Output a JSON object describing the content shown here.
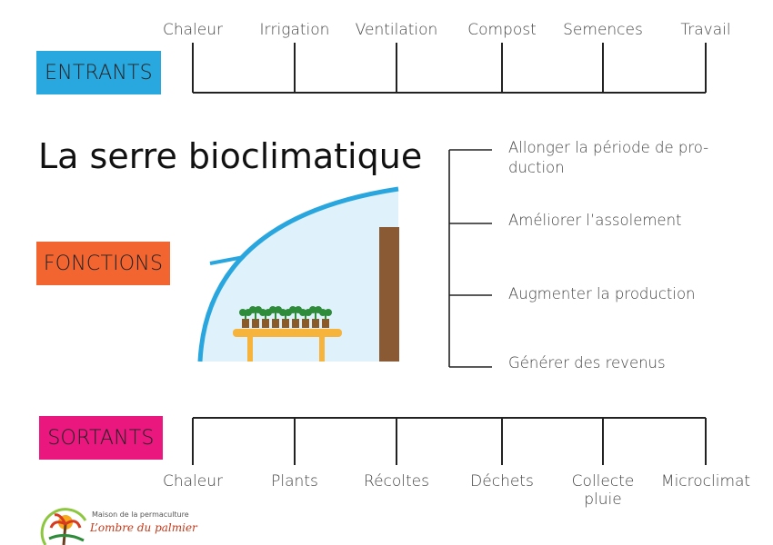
{
  "title": "La serre bioclimatique",
  "entrants": {
    "tag": "ENTRANTS",
    "color": "#29a8e0",
    "items": [
      "Chaleur",
      "Irrigation",
      "Ventilation",
      "Compost",
      "Semences",
      "Travail"
    ]
  },
  "fonctions": {
    "tag": "FONCTIONS",
    "color": "#f26430",
    "items": [
      "Allonger la période de pro-\nduction",
      "Améliorer l’assolement",
      "Augmenter la production",
      "Générer des revenus"
    ]
  },
  "sortants": {
    "tag": "SORTANTS",
    "color": "#e9177e",
    "items": [
      "Chaleur",
      "Plants",
      "Récoltes",
      "Déchets",
      "Collecte pluie",
      "Microclimat"
    ]
  },
  "logo": {
    "line1": "Maison de la permaculture",
    "line2": "L’ombre du palmier"
  },
  "colors": {
    "greenhouse_frame": "#2aa6df",
    "greenhouse_fill": "#dff2fb",
    "table": "#f6b43c",
    "pots": "#8b5a2b",
    "plants": "#2e8b3a",
    "wall": "#8a5a34",
    "lines": "#222222"
  }
}
